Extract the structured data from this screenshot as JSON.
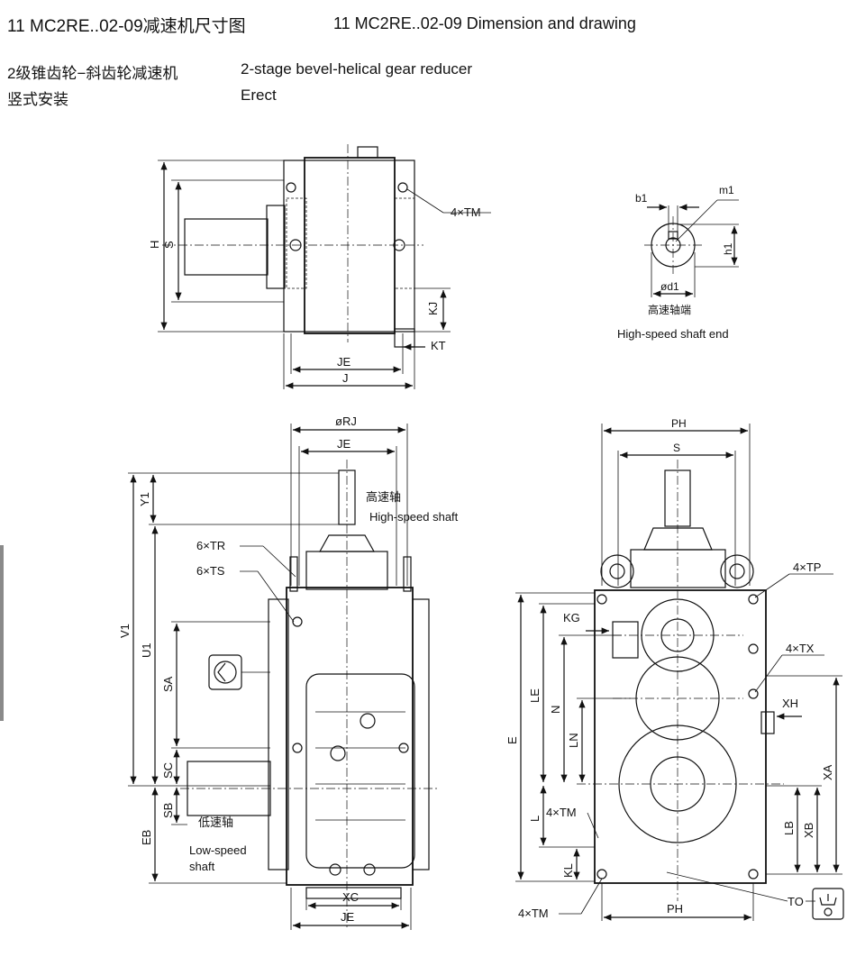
{
  "header": {
    "title_cn": "11 MC2RE..02-09减速机尺寸图",
    "title_en": "11 MC2RE..02-09 Dimension and drawing",
    "type_cn": "2级锥齿轮−斜齿轮减速机",
    "type_en": "2-stage bevel-helical gear reducer",
    "mount_cn": "竖式安装",
    "mount_en": "Erect"
  },
  "top_view": {
    "H": "H",
    "S": "S",
    "KJ": "KJ",
    "KT": "KT",
    "JE": "JE",
    "J": "J",
    "TM": "4×TM"
  },
  "shaft_end": {
    "b1": "b1",
    "m1": "m1",
    "h1": "h1",
    "d1": "ød1",
    "cn": "高速轴端",
    "en": "High-speed shaft end"
  },
  "front_view": {
    "RJ": "øRJ",
    "JE": "JE",
    "Y1": "Y1",
    "V1": "V1",
    "U1": "U1",
    "SA": "SA",
    "SC": "SC",
    "SB": "SB",
    "EB": "EB",
    "XC": "XC",
    "JE2": "JE",
    "TR": "6×TR",
    "TS": "6×TS",
    "hs_cn": "高速轴",
    "hs_en": "High-speed shaft",
    "ls_cn": "低速轴",
    "ls_en1": "Low-speed",
    "ls_en2": "shaft"
  },
  "side_view": {
    "PH": "PH",
    "S": "S",
    "TP": "4×TP",
    "TX": "4×TX",
    "KG": "KG",
    "XH": "XH",
    "LE": "LE",
    "N": "N",
    "LN": "LN",
    "E": "E",
    "L": "L",
    "TM": "4×TM",
    "KL": "KL",
    "XA": "XA",
    "LB": "LB",
    "XB": "XB",
    "PH2": "PH",
    "TO": "TO",
    "TM2": "4×TM"
  },
  "icons": [
    "breather-icon",
    "oil-drain-icon"
  ]
}
